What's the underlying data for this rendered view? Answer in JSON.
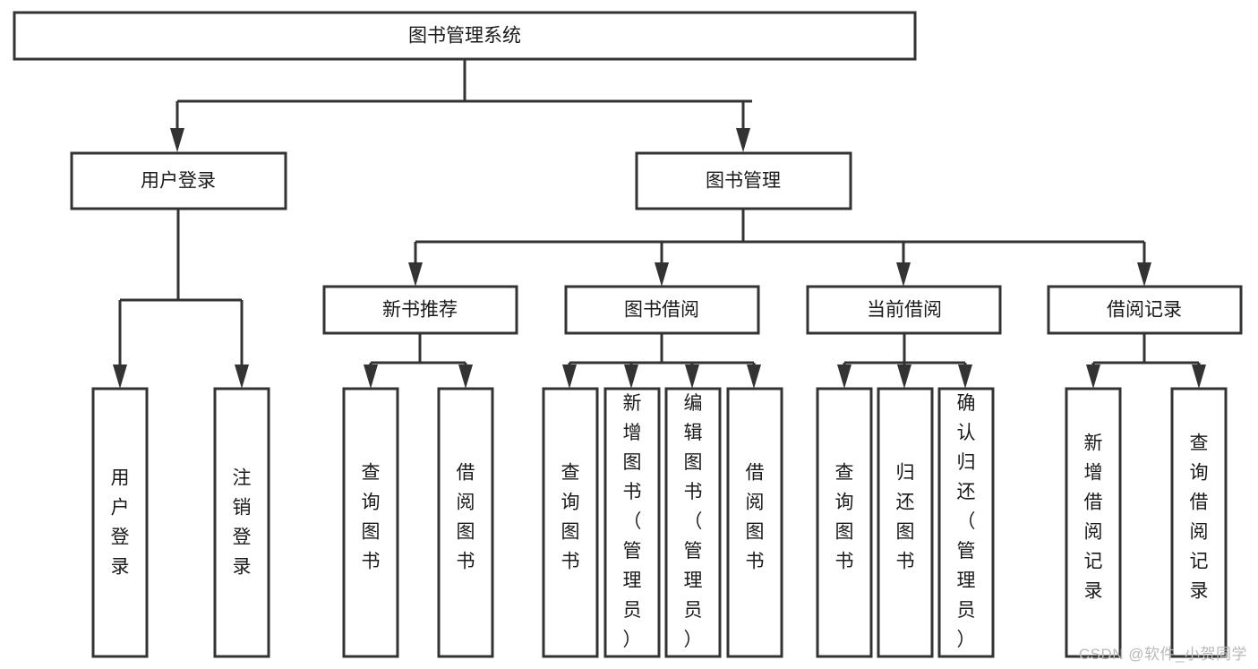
{
  "diagram": {
    "type": "tree-hierarchy-chart",
    "title": "图书管理系统",
    "orientation": "top-down",
    "line_color": "#333333",
    "box_fill": "#ffffff",
    "text_color": "#1a1a1a",
    "background": "#ffffff"
  },
  "root": {
    "id": "root",
    "label": "图书管理系统",
    "text_direction": "horizontal"
  },
  "level1": [
    {
      "id": "user-login",
      "label": "用户登录",
      "text_direction": "horizontal"
    },
    {
      "id": "book-management",
      "label": "图书管理",
      "text_direction": "horizontal"
    }
  ],
  "level2": [
    {
      "id": "new-book-recommend",
      "label": "新书推荐",
      "parent": "book-management",
      "text_direction": "horizontal"
    },
    {
      "id": "book-borrow",
      "label": "图书借阅",
      "parent": "book-management",
      "text_direction": "horizontal"
    },
    {
      "id": "current-borrow",
      "label": "当前借阅",
      "parent": "book-management",
      "text_direction": "horizontal"
    },
    {
      "id": "borrow-record",
      "label": "借阅记录",
      "parent": "book-management",
      "text_direction": "horizontal"
    }
  ],
  "leaves": [
    {
      "id": "leaf-user-login",
      "label": "用户登录",
      "parent": "user-login",
      "text_direction": "vertical"
    },
    {
      "id": "leaf-logout",
      "label": "注销登录",
      "parent": "user-login",
      "text_direction": "vertical"
    },
    {
      "id": "leaf-query-book-1",
      "label": "查询图书",
      "parent": "new-book-recommend",
      "text_direction": "vertical"
    },
    {
      "id": "leaf-borrow-book-1",
      "label": "借阅图书",
      "parent": "new-book-recommend",
      "text_direction": "vertical"
    },
    {
      "id": "leaf-query-book-2",
      "label": "查询图书",
      "parent": "book-borrow",
      "text_direction": "vertical"
    },
    {
      "id": "leaf-add-book",
      "label": "新增图书（管理员）",
      "parent": "book-borrow",
      "text_direction": "vertical"
    },
    {
      "id": "leaf-edit-book",
      "label": "编辑图书（管理员）",
      "parent": "book-borrow",
      "text_direction": "vertical"
    },
    {
      "id": "leaf-borrow-book-2",
      "label": "借阅图书",
      "parent": "book-borrow",
      "text_direction": "vertical"
    },
    {
      "id": "leaf-query-book-3",
      "label": "查询图书",
      "parent": "current-borrow",
      "text_direction": "vertical"
    },
    {
      "id": "leaf-return-book",
      "label": "归还图书",
      "parent": "current-borrow",
      "text_direction": "vertical"
    },
    {
      "id": "leaf-confirm-return",
      "label": "确认归还（管理员）",
      "parent": "current-borrow",
      "text_direction": "vertical"
    },
    {
      "id": "leaf-add-record",
      "label": "新增借阅记录",
      "parent": "borrow-record",
      "text_direction": "vertical"
    },
    {
      "id": "leaf-query-record",
      "label": "查询借阅记录",
      "parent": "borrow-record",
      "text_direction": "vertical"
    }
  ],
  "watermark": {
    "text": "CSDN @软件_小贺同学",
    "color": "#b9b9b9"
  }
}
